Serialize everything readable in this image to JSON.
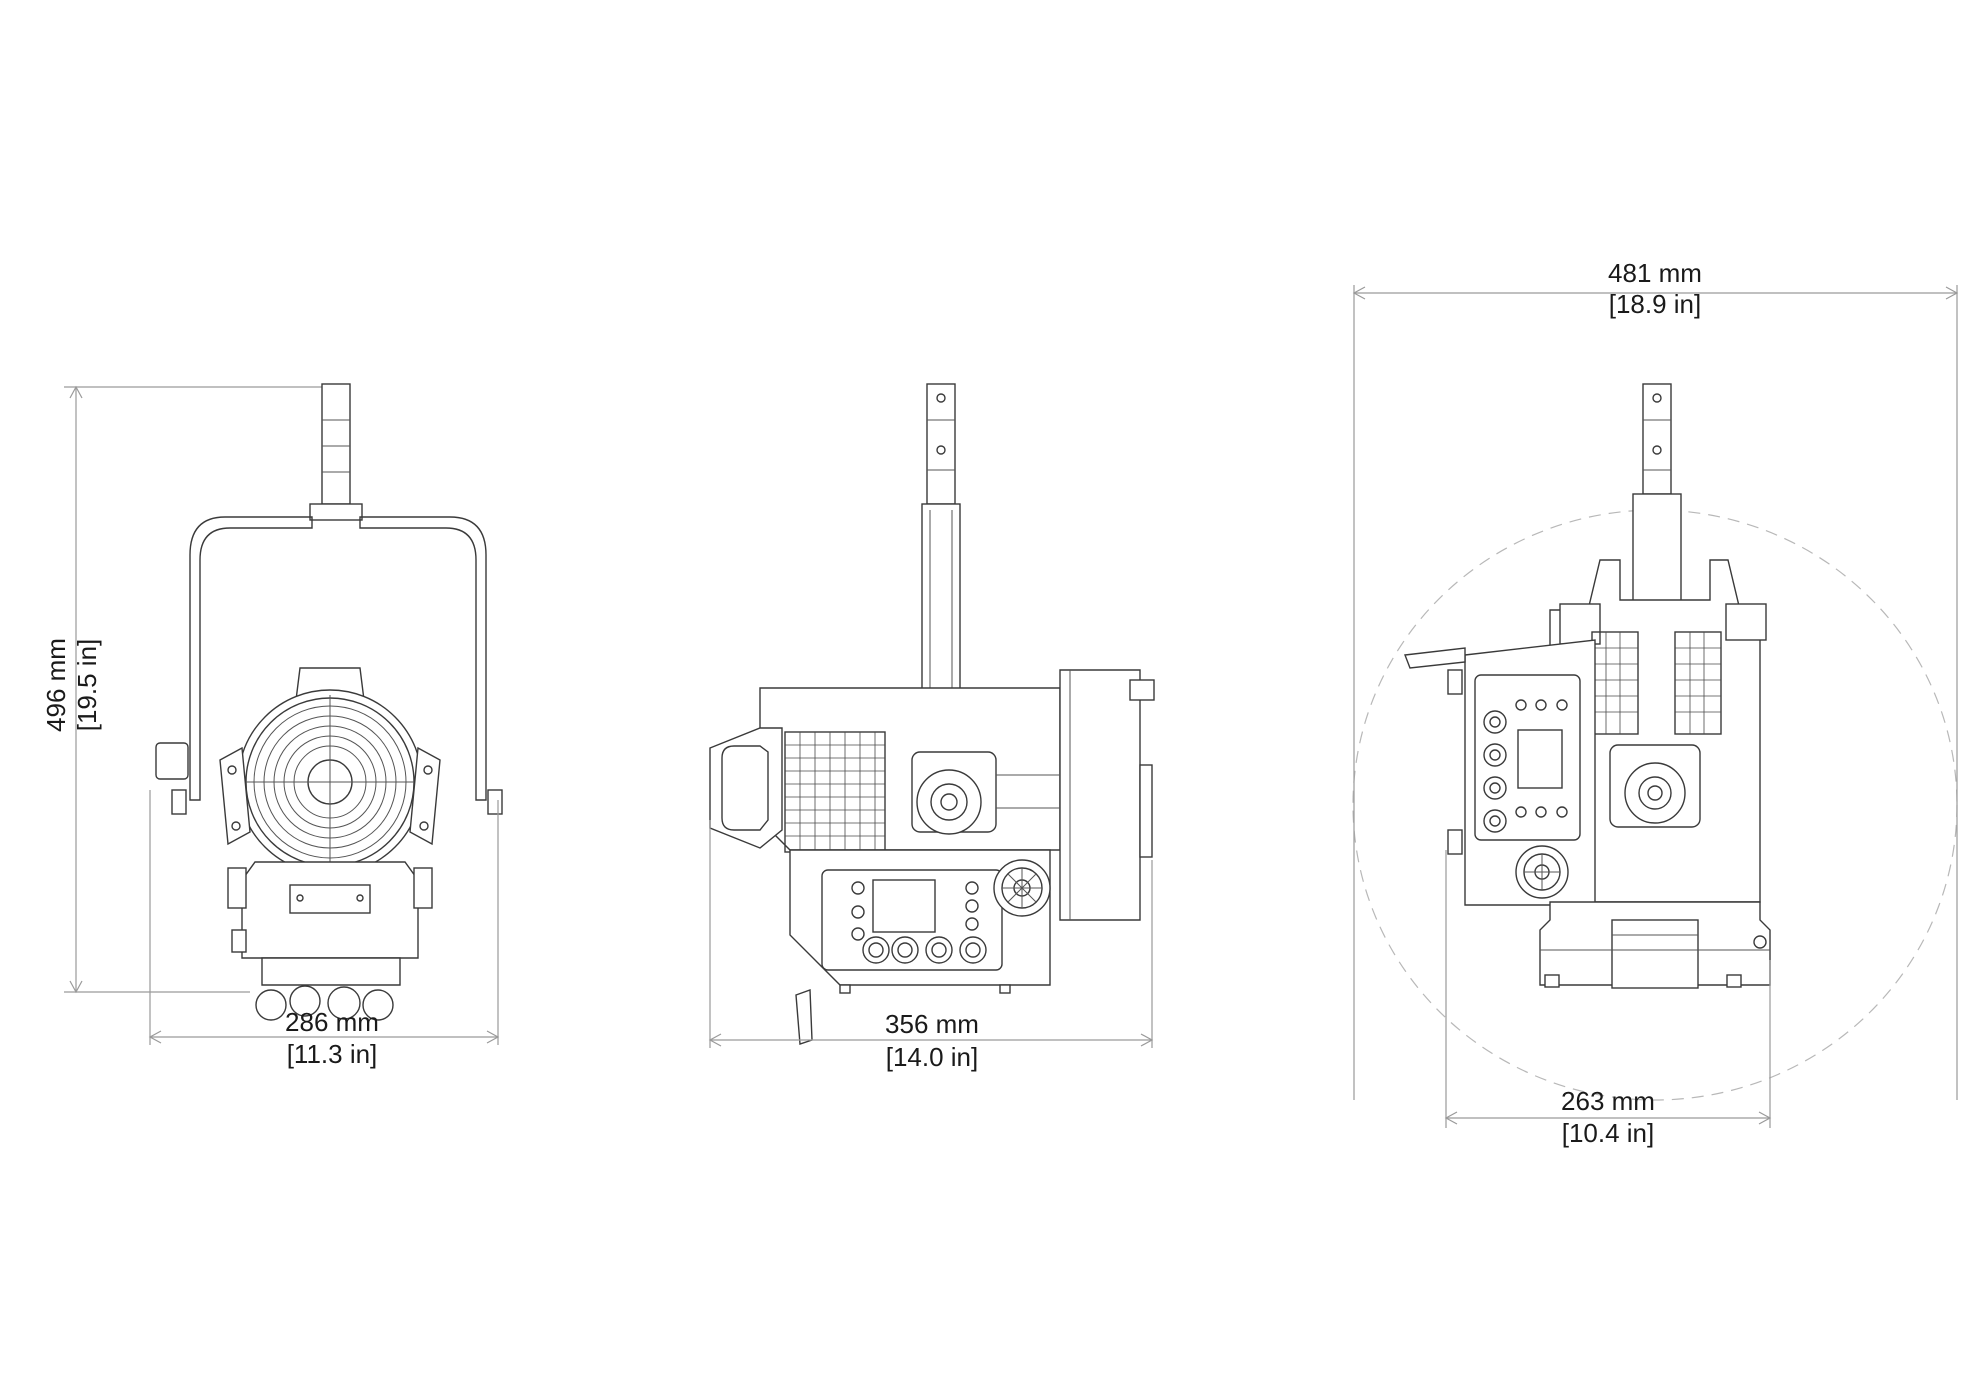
{
  "views": {
    "front": {
      "height_label": {
        "mm": "496 mm",
        "in": "[19.5 in]"
      },
      "width_label": {
        "mm": "286 mm",
        "in": "[11.3 in]"
      }
    },
    "side": {
      "length_label": {
        "mm": "356 mm",
        "in": "[14.0 in]"
      }
    },
    "rear": {
      "swing_label": {
        "mm": "481 mm",
        "in": "[18.9 in]"
      },
      "width_label": {
        "mm": "263 mm",
        "in": "[10.4 in]"
      }
    }
  }
}
